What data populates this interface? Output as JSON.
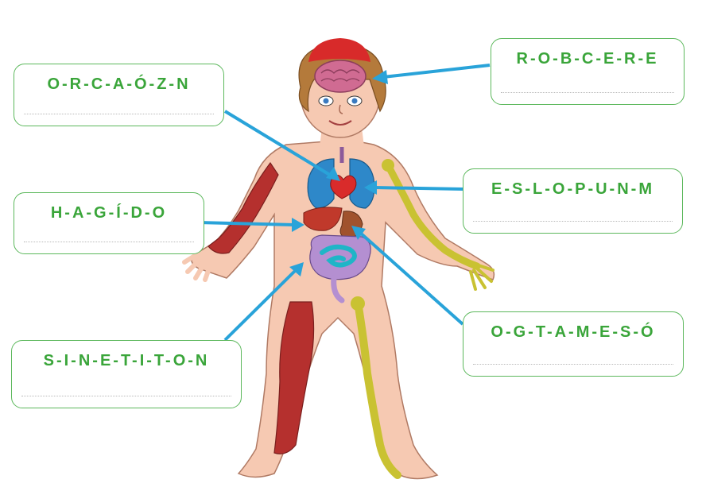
{
  "colors": {
    "box_border": "#5cb85c",
    "word_text": "#3aa53a",
    "arrow": "#29a3d9",
    "skin": "#f6c9b2",
    "hair": "#b47a3b",
    "brain": "#d06b92",
    "lungs": "#2e88c9",
    "heart": "#d92b2b",
    "liver": "#c0392b",
    "stomach": "#a0522d",
    "intestine": "#1fb5c7",
    "bone": "#c9c232",
    "muscle": "#b5302e"
  },
  "labels": [
    {
      "id": "cerebro",
      "word": "R-O-B-C-E-R-E",
      "answer": ""
    },
    {
      "id": "corazon",
      "word": "O-R-C-A-Ó-Z-N",
      "answer": ""
    },
    {
      "id": "pulmones",
      "word": "E-S-L-O-P-U-N-M",
      "answer": ""
    },
    {
      "id": "higado",
      "word": "H-A-G-Í-D-O",
      "answer": ""
    },
    {
      "id": "estomago",
      "word": "O-G-T-A-M-E-S-Ó",
      "answer": ""
    },
    {
      "id": "intestinos",
      "word": "S-I-N-E-T-I-T-O-N",
      "answer": ""
    }
  ]
}
